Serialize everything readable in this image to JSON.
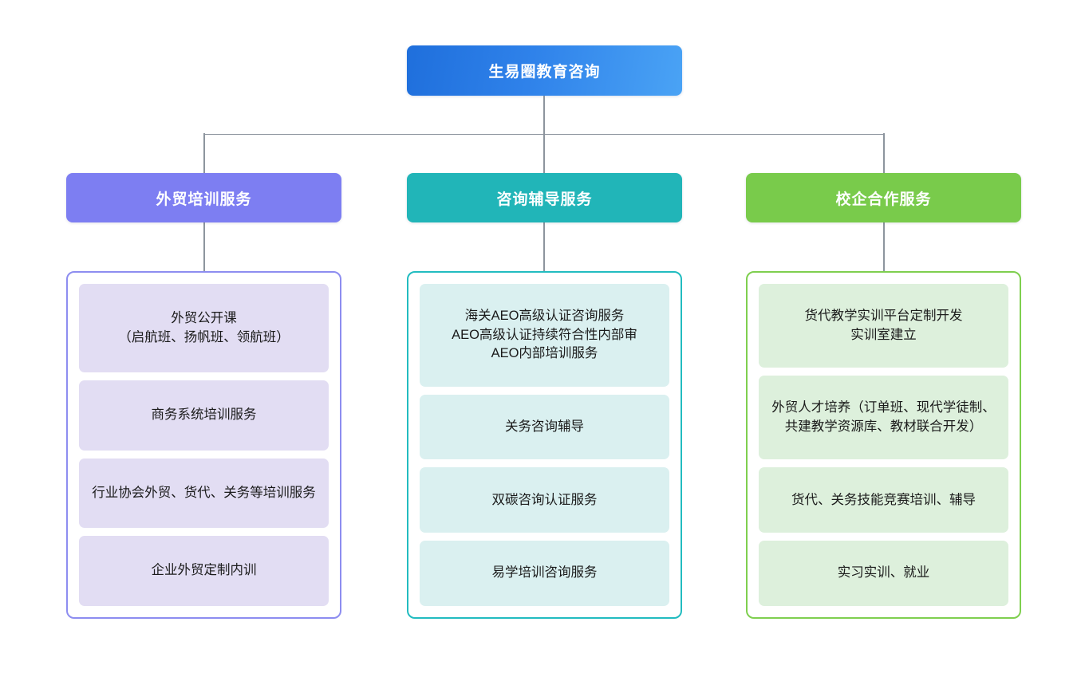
{
  "root": {
    "label": "生易圈教育咨询",
    "color": "#2f82ea"
  },
  "connector_color": "#8d959e",
  "columns": [
    {
      "id": "waimao-peixun",
      "header": "外贸培训服务",
      "header_color": "#7d7ef2",
      "border_color": "#8d8df0",
      "item_color": "#e2ddf3",
      "items": [
        {
          "label": "外贸公开课\n（启航班、扬帆班、领航班）"
        },
        {
          "label": "商务系统培训服务"
        },
        {
          "label": "行业协会外贸、货代、关务等培训服务"
        },
        {
          "label": "企业外贸定制内训"
        }
      ]
    },
    {
      "id": "zixun-fudao",
      "header": "咨询辅导服务",
      "header_color": "#21b5b8",
      "border_color": "#22bcc0",
      "item_color": "#daf0f0",
      "items": [
        {
          "label": "海关AEO高级认证咨询服务\nAEO高级认证持续符合性内部审\nAEO内部培训服务"
        },
        {
          "label": "关务咨询辅导"
        },
        {
          "label": "双碳咨询认证服务"
        },
        {
          "label": "易学培训咨询服务"
        }
      ]
    },
    {
      "id": "xiaoqi-hezuo",
      "header": "校企合作服务",
      "header_color": "#79cb4b",
      "border_color": "#7fcf4f",
      "item_color": "#ddf0dc",
      "items": [
        {
          "label": "货代教学实训平台定制开发\n实训室建立"
        },
        {
          "label": "外贸人才培养（订单班、现代学徒制、共建教学资源库、教材联合开发）"
        },
        {
          "label": "货代、关务技能竞赛培训、辅导"
        },
        {
          "label": "实习实训、就业"
        }
      ]
    }
  ]
}
